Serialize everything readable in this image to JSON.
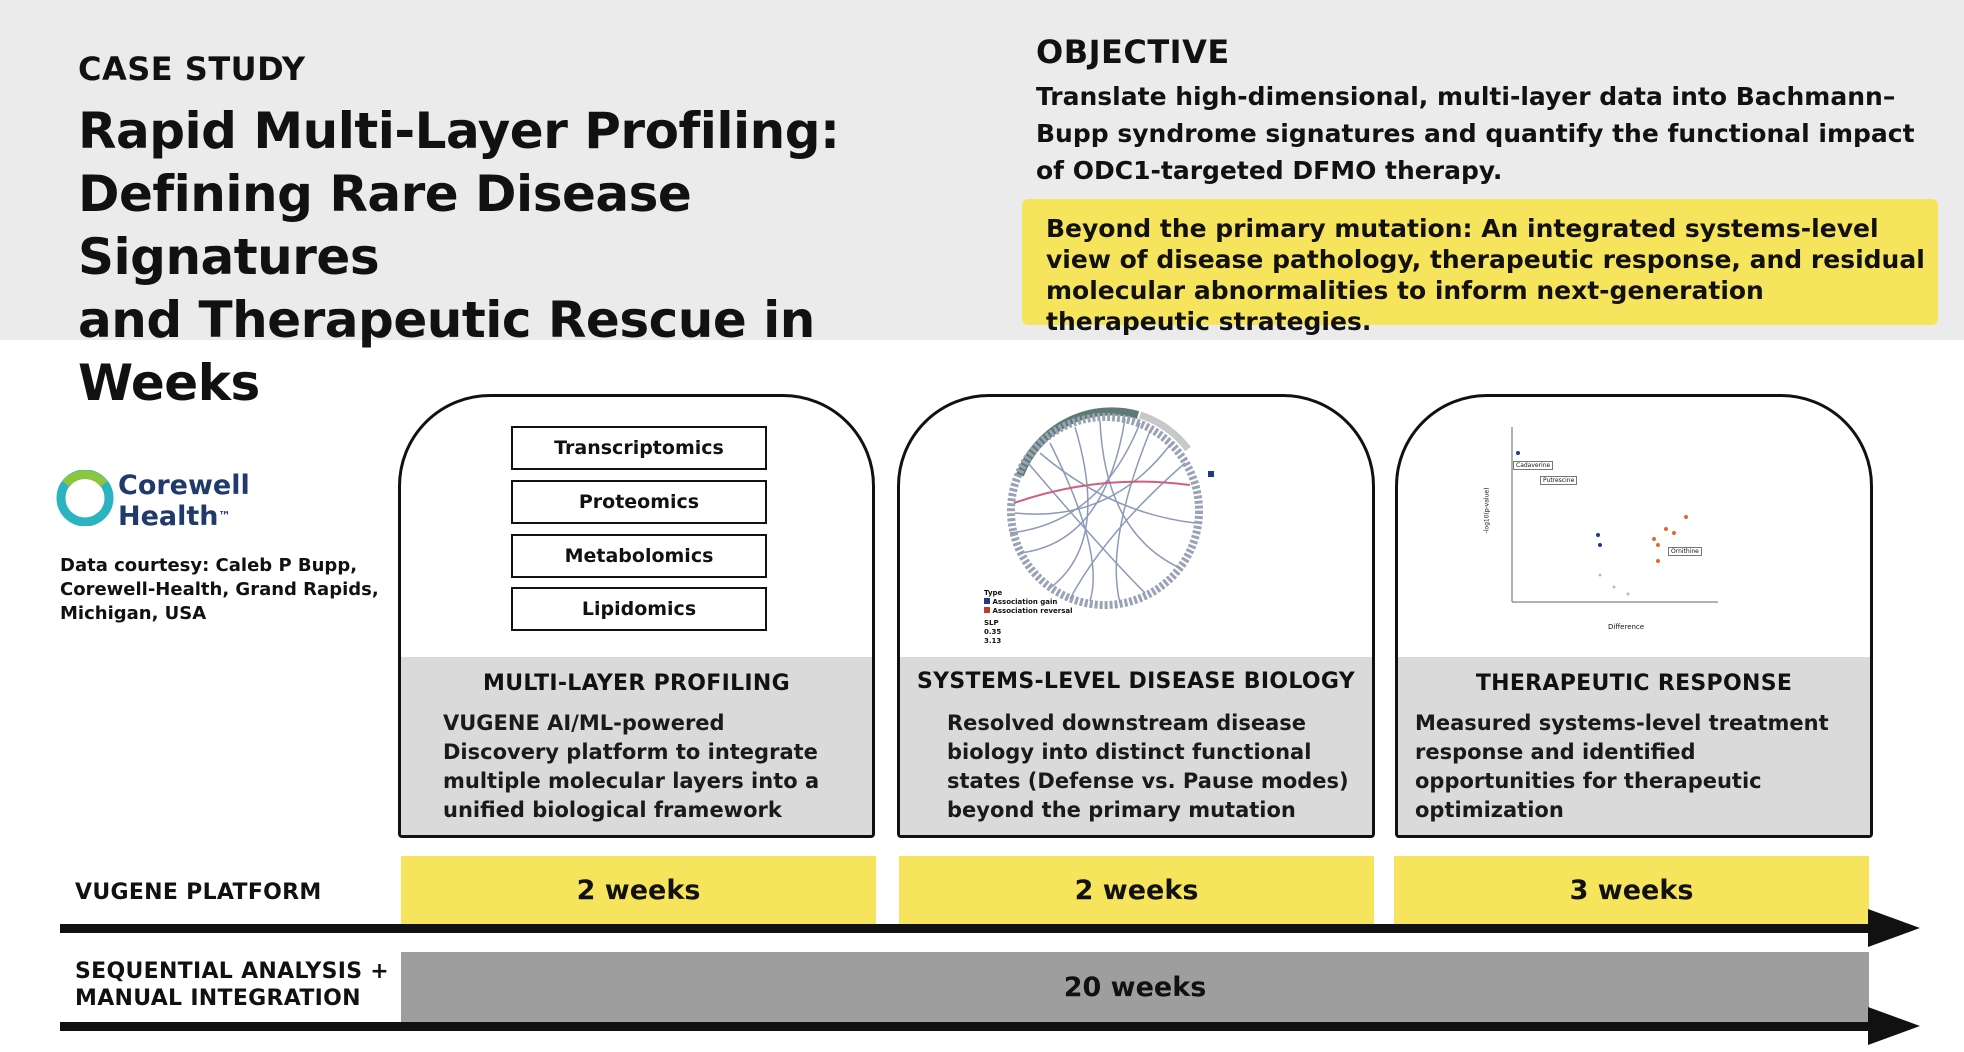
{
  "header": {
    "eyebrow": "CASE STUDY",
    "title_lines": [
      "Rapid Multi-Layer Profiling:",
      "Defining Rare Disease Signatures",
      "and Therapeutic Rescue in Weeks"
    ],
    "objective_heading": "OBJECTIVE",
    "objective_text": "Translate high-dimensional, multi-layer data into Bachmann–Bupp syndrome signatures and quantify the functional impact of ODC1-targeted DFMO therapy.",
    "highlight": "Beyond the primary mutation: An integrated systems-level view of disease pathology, therapeutic response, and residual molecular abnormalities to inform next-generation therapeutic strategies."
  },
  "sidebar": {
    "logo_line1": "Corewell",
    "logo_line2": "Health",
    "logo_tm": "™",
    "courtesy": "Data courtesy: Caleb P Bupp, Corewell-Health, Grand Rapids, Michigan, USA"
  },
  "cards": [
    {
      "title": "MULTI-LAYER PROFILING",
      "text": "VUGENE AI/ML-powered Discovery platform to integrate multiple molecular layers into a unified biological framework",
      "omics": [
        "Transcriptomics",
        "Proteomics",
        "Metabolomics",
        "Lipidomics"
      ]
    },
    {
      "title": "SYSTEMS-LEVEL DISEASE BIOLOGY",
      "text": "Resolved downstream disease biology into distinct functional states (Defense vs. Pause modes) beyond the primary mutation",
      "legend_type": "Type",
      "legend_items": [
        "Association gain",
        "Association reversal"
      ],
      "legend_slp": "SLP",
      "legend_vals": [
        "0.35",
        "3.13"
      ]
    },
    {
      "title": "THERAPEUTIC RESPONSE",
      "text": "Measured systems-level treatment response and identified opportunities for therapeutic optimization",
      "plot_labels": [
        "Cadaverine",
        "Putrescine",
        "Ornithine"
      ],
      "xlabel": "Difference",
      "ylabel": "-log10(p-value)"
    }
  ],
  "timeline": {
    "platform_label": "VUGENE PLATFORM",
    "durations": [
      "2 weeks",
      "2 weeks",
      "3 weeks"
    ],
    "manual_label_line1": "SEQUENTIAL ANALYSIS +",
    "manual_label_line2": "MANUAL INTEGRATION",
    "manual_duration": "20 weeks"
  },
  "colors": {
    "highlight_yellow": "#f6e45c",
    "header_bg": "#ebebeb",
    "manual_bar": "#9e9e9e",
    "logo_blue": "#1f3a6b",
    "logo_teal": "#2bb3c0",
    "logo_green": "#8cc63f"
  }
}
